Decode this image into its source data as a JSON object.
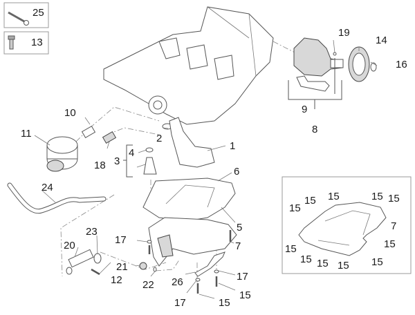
{
  "diagram": {
    "title": "Oil sump / oil pump exploded view",
    "legend_boxes": [
      {
        "id": "25",
        "label": "25",
        "icon": "long-bolt-icon"
      },
      {
        "id": "13",
        "label": "13",
        "icon": "short-bolt-icon"
      }
    ],
    "callouts": [
      {
        "id": "c1",
        "label": "1",
        "part": "oil-pickup-strainer"
      },
      {
        "id": "c2",
        "label": "2",
        "part": "o-ring"
      },
      {
        "id": "c3",
        "label": "3",
        "part": "oil-pressure-sensor-group"
      },
      {
        "id": "c4",
        "label": "4",
        "part": "washer"
      },
      {
        "id": "c5",
        "label": "5",
        "part": "oil-sump"
      },
      {
        "id": "c6",
        "label": "6",
        "part": "sump-gasket"
      },
      {
        "id": "c7a",
        "label": "7",
        "part": "bolt"
      },
      {
        "id": "c8",
        "label": "8",
        "part": "oil-pump-group"
      },
      {
        "id": "c9",
        "label": "9",
        "part": "pump-gasket"
      },
      {
        "id": "c10",
        "label": "10",
        "part": "filter-union"
      },
      {
        "id": "c11",
        "label": "11",
        "part": "oil-filter"
      },
      {
        "id": "c12",
        "label": "12",
        "part": "screw"
      },
      {
        "id": "c14",
        "label": "14",
        "part": "pump-gear"
      },
      {
        "id": "c15a",
        "label": "15",
        "part": "screw"
      },
      {
        "id": "c15b",
        "label": "15",
        "part": "screw"
      },
      {
        "id": "c16",
        "label": "16",
        "part": "circlip"
      },
      {
        "id": "c17a",
        "label": "17",
        "part": "washer"
      },
      {
        "id": "c17b",
        "label": "17",
        "part": "washer"
      },
      {
        "id": "c17c",
        "label": "17",
        "part": "washer"
      },
      {
        "id": "c18",
        "label": "18",
        "part": "oil-pressure-switch"
      },
      {
        "id": "c19",
        "label": "19",
        "part": "pin"
      },
      {
        "id": "c20",
        "label": "20",
        "part": "oil-temp-sensor-fitting"
      },
      {
        "id": "c21",
        "label": "21",
        "part": "drain-plug"
      },
      {
        "id": "c22",
        "label": "22",
        "part": "drain-washer"
      },
      {
        "id": "c23",
        "label": "23",
        "part": "o-ring"
      },
      {
        "id": "c24",
        "label": "24",
        "part": "breather-hose"
      },
      {
        "id": "c26",
        "label": "26",
        "part": "bracket"
      }
    ],
    "inset": {
      "name": "sump-gasket-screw-detail",
      "labels": [
        "15",
        "15",
        "15",
        "15",
        "15",
        "7",
        "15",
        "15",
        "15",
        "15",
        "15",
        "15"
      ]
    }
  }
}
